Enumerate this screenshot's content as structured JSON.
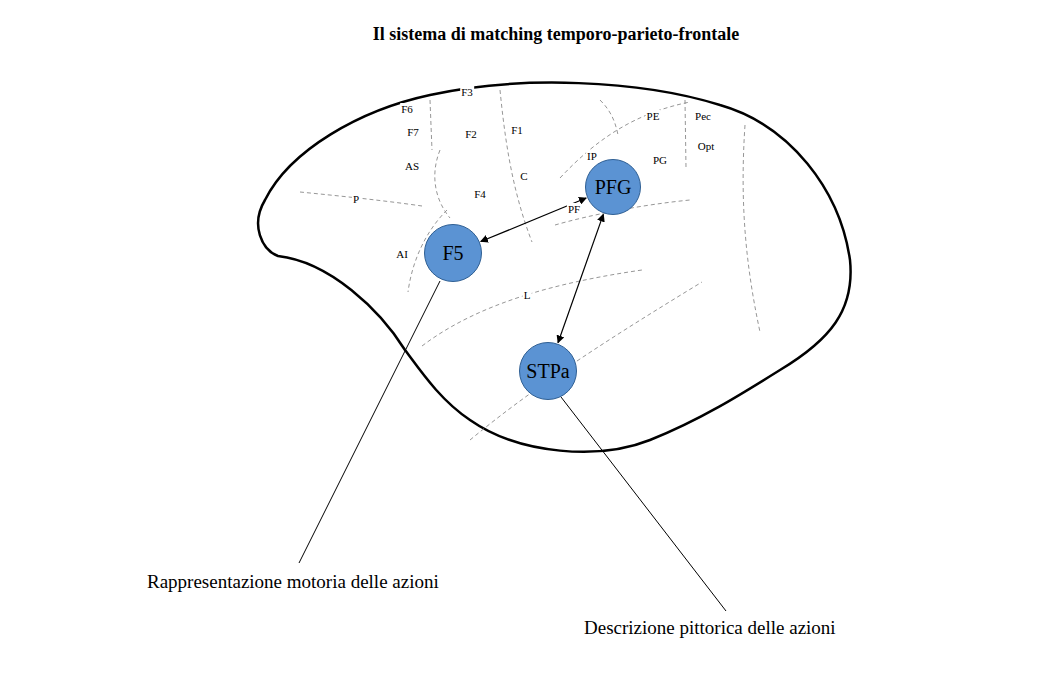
{
  "diagram": {
    "title": "Il sistema di matching temporo-parieto-frontale",
    "nodes": [
      {
        "text": [
          "PFG"
        ]
      },
      {
        "text": [
          "F5"
        ]
      },
      {
        "text": [
          "STPa"
        ]
      }
    ],
    "edges": [
      {
        "from": 1,
        "to": 0,
        "arrow": "both"
      },
      {
        "from": 0,
        "to": 2,
        "arrow": "both"
      }
    ],
    "labels": [
      "F6",
      "F3",
      "F7",
      "F2",
      "F1",
      "AS",
      "P",
      "F4",
      "C",
      "IP",
      "PE",
      "Pec",
      "PG",
      "Opt",
      "PF",
      "AI",
      "L",
      "Rappresentazione motoria delle azioni",
      "Descrizione pittorica delle azioni"
    ]
  }
}
